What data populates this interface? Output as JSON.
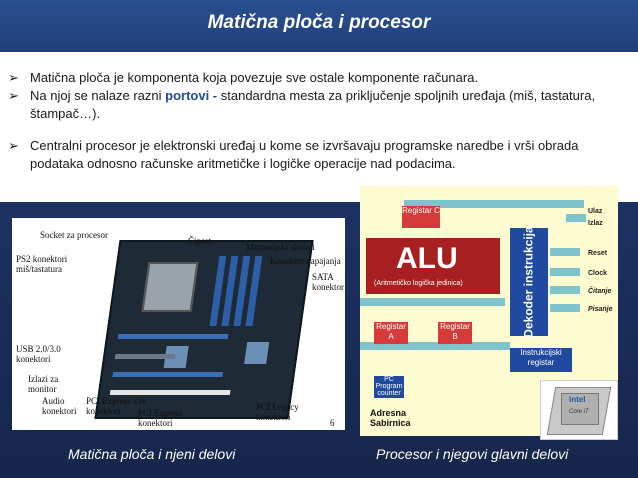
{
  "slide": {
    "title": "Matična ploča i procesor",
    "bullets": [
      {
        "mark": "➢",
        "text": "Matična ploča je komponenta koja povezuje sve ostale komponente računara."
      },
      {
        "mark": "➢",
        "text_before": "Na njoj se nalaze razni ",
        "highlight": "portovi -",
        "text_after": " standardna mesta za priključenje spoljnih uređaja (miš, tastatura, štampač…)."
      },
      {
        "mark": "➢",
        "text": "Centralni procesor je elektronski uređaj u kome se izvršavaju programske naredbe i vrši obrada podataka odnosno računske aritmetičke i logičke operacije nad podacima."
      }
    ],
    "captions": {
      "left": "Matična ploča i njeni delovi",
      "right": "Procesor i njegovi glavni delovi"
    }
  },
  "motherboard": {
    "labels": {
      "socket": "Socket za procesor",
      "ps2": "PS2 konektori miš/tastatura",
      "cipset": "Čipset",
      "memory": "Memorijski slotovi",
      "power": "Konektor napajanja",
      "sata": "SATA konektor",
      "usb": "USB 2.0/3.0 konektori",
      "monitor": "Izlazi za monitor",
      "audio": "Audio konektori",
      "pcie16": "PCI Express x16 konektori",
      "pcie": "PCI Express konektori",
      "pcilegacy": "PCI Legacy konektori",
      "page": "6"
    }
  },
  "processor": {
    "registers": {
      "c": "Registar C",
      "a": "Registar A",
      "b": "Registar B"
    },
    "alu": {
      "name": "ALU",
      "sub": "(Aritmetičko logička jedinica)"
    },
    "decoder": "Dekoder instrukcija",
    "instr_register": "Instrukcijski registar",
    "pc": "PC Program counter",
    "address_bus": "Adresna Sabirnica",
    "signals": [
      "Ulaz",
      "Izlaz",
      "Reset",
      "Clock",
      "Čitanje",
      "Pisanje"
    ],
    "chip_brand": "intel",
    "chip_model": "Core i7"
  }
}
